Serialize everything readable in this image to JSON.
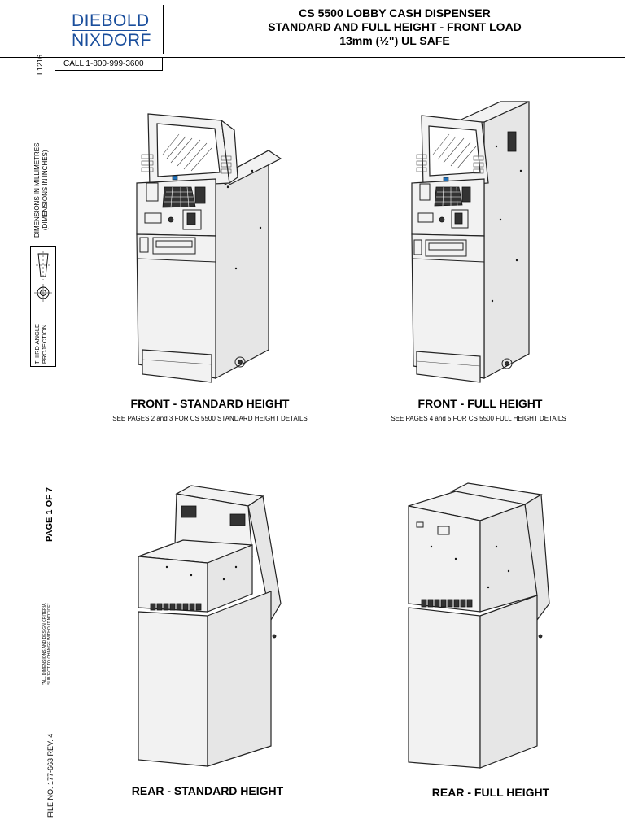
{
  "logo": {
    "line1": "DIEBOLD",
    "line2": "NIXDORF"
  },
  "phone": "CALL 1-800-999-3600",
  "title": {
    "line1": "CS 5500 LOBBY CASH DISPENSER",
    "line2": "STANDARD AND FULL HEIGHT - FRONT LOAD",
    "line3": "13mm (½\") UL SAFE"
  },
  "sidebar": {
    "code": "L1216",
    "dimensions_line1": "DIMENSIONS IN MILLIMETRES",
    "dimensions_line2": "(DIMENSIONS IN INCHES)",
    "projection_line1": "THIRD ANGLE",
    "projection_line2": "PROJECTION",
    "page": "PAGE 1 OF 7",
    "notice_line1": "\"ALL DIMENSIONS AND DESIGN CRITERIA",
    "notice_line2": "SUBJECT TO CHANGE WITHOUT NOTICE\"",
    "file": "FILE NO. 177-663 REV. 4"
  },
  "views": {
    "front_standard": {
      "caption": "FRONT - STANDARD HEIGHT",
      "subcaption": "SEE PAGES 2 and 3 FOR CS 5500 STANDARD HEIGHT DETAILS"
    },
    "front_full": {
      "caption": "FRONT - FULL HEIGHT",
      "subcaption": "SEE PAGES 4 and 5 FOR CS 5500 FULL HEIGHT DETAILS"
    },
    "rear_standard": {
      "caption": "REAR - STANDARD HEIGHT"
    },
    "rear_full": {
      "caption": "REAR - FULL HEIGHT"
    }
  },
  "colors": {
    "logo_blue": "#1a4e9c",
    "line": "#222222",
    "panel": "#f2f2f2",
    "accent": "#1e6fb8"
  }
}
